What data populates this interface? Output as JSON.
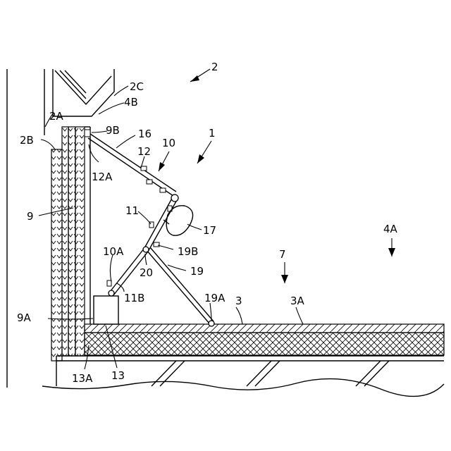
{
  "labels": {
    "n2": "2",
    "n2C": "2C",
    "n4B": "4B",
    "n2A": "2A",
    "n9B": "9B",
    "n16": "16",
    "n2B": "2B",
    "n10": "10",
    "n1": "1",
    "n12": "12",
    "n12A": "12A",
    "n9": "9",
    "n11": "11",
    "n17": "17",
    "n4A": "4A",
    "n10A": "10A",
    "n19B": "19B",
    "n7": "7",
    "n20": "20",
    "n19": "19",
    "n11B": "11B",
    "n19A": "19A",
    "n3": "3",
    "n3A": "3A",
    "n9A": "9A",
    "n13A": "13A",
    "n13": "13"
  }
}
